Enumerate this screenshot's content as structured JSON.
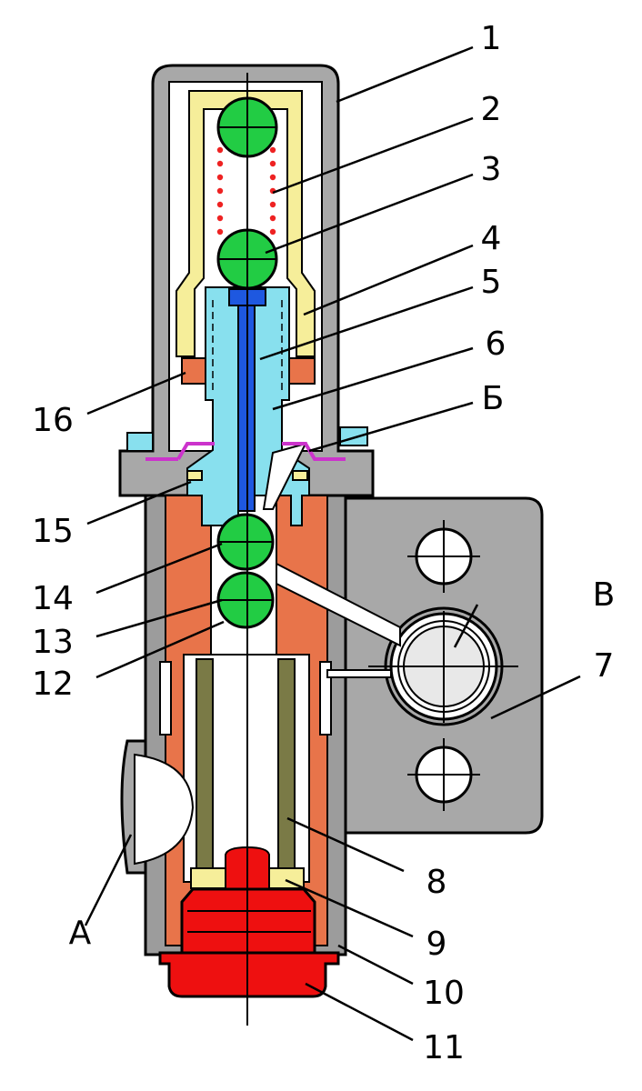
{
  "colors": {
    "body_gray": "#9c9c9c",
    "housing_gray": "#a8a8a8",
    "orange": "#e8744a",
    "cyan": "#88e0ee",
    "yellow": "#f6ee9a",
    "blue": "#1e58e0",
    "green": "#22cc44",
    "red": "#ee1010",
    "magenta": "#cc33cc",
    "spring": "#ee2222",
    "shield": "#7a7a46"
  },
  "callouts": [
    {
      "id": "1",
      "label": "1"
    },
    {
      "id": "2",
      "label": "2"
    },
    {
      "id": "3",
      "label": "3"
    },
    {
      "id": "4",
      "label": "4"
    },
    {
      "id": "5",
      "label": "5"
    },
    {
      "id": "6",
      "label": "6"
    },
    {
      "id": "b-cyr",
      "label": "Б"
    },
    {
      "id": "16",
      "label": "16"
    },
    {
      "id": "15",
      "label": "15"
    },
    {
      "id": "14",
      "label": "14"
    },
    {
      "id": "13",
      "label": "13"
    },
    {
      "id": "12",
      "label": "12"
    },
    {
      "id": "v-cyr",
      "label": "В"
    },
    {
      "id": "7",
      "label": "7"
    },
    {
      "id": "8",
      "label": "8"
    },
    {
      "id": "9",
      "label": "9"
    },
    {
      "id": "10",
      "label": "10"
    },
    {
      "id": "11",
      "label": "11"
    },
    {
      "id": "a-cyr",
      "label": "А"
    }
  ]
}
